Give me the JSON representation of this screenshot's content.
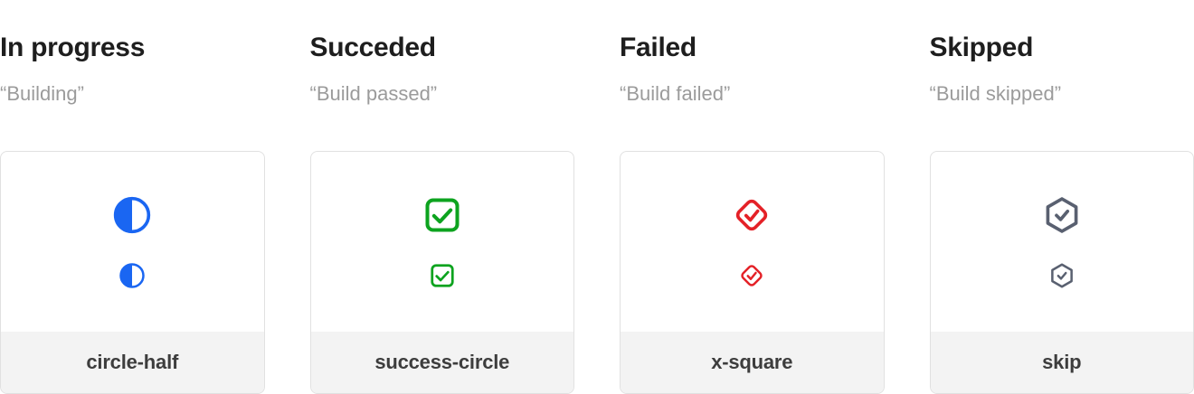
{
  "colors": {
    "in_progress": "#1a66f2",
    "succeeded": "#0da31f",
    "failed": "#e42127",
    "skipped": "#596070",
    "title_text": "#1e1e1e",
    "quote_text": "#9b9b9b",
    "label_text": "#3d3d3d",
    "card_border": "#e1e1e1",
    "footer_bg": "#f3f3f3"
  },
  "columns": [
    {
      "title": "In progress",
      "quote": "“Building”",
      "icon": "circle-half-icon",
      "label": "circle-half",
      "color_key": "in_progress"
    },
    {
      "title": "Succeded",
      "quote": "“Build passed”",
      "icon": "success-circle-icon",
      "label": "success-circle",
      "color_key": "succeeded"
    },
    {
      "title": "Failed",
      "quote": "“Build failed”",
      "icon": "x-square-icon",
      "label": "x-square",
      "color_key": "failed"
    },
    {
      "title": "Skipped",
      "quote": "“Build skipped”",
      "icon": "skip-icon",
      "label": "skip",
      "color_key": "skipped"
    }
  ]
}
